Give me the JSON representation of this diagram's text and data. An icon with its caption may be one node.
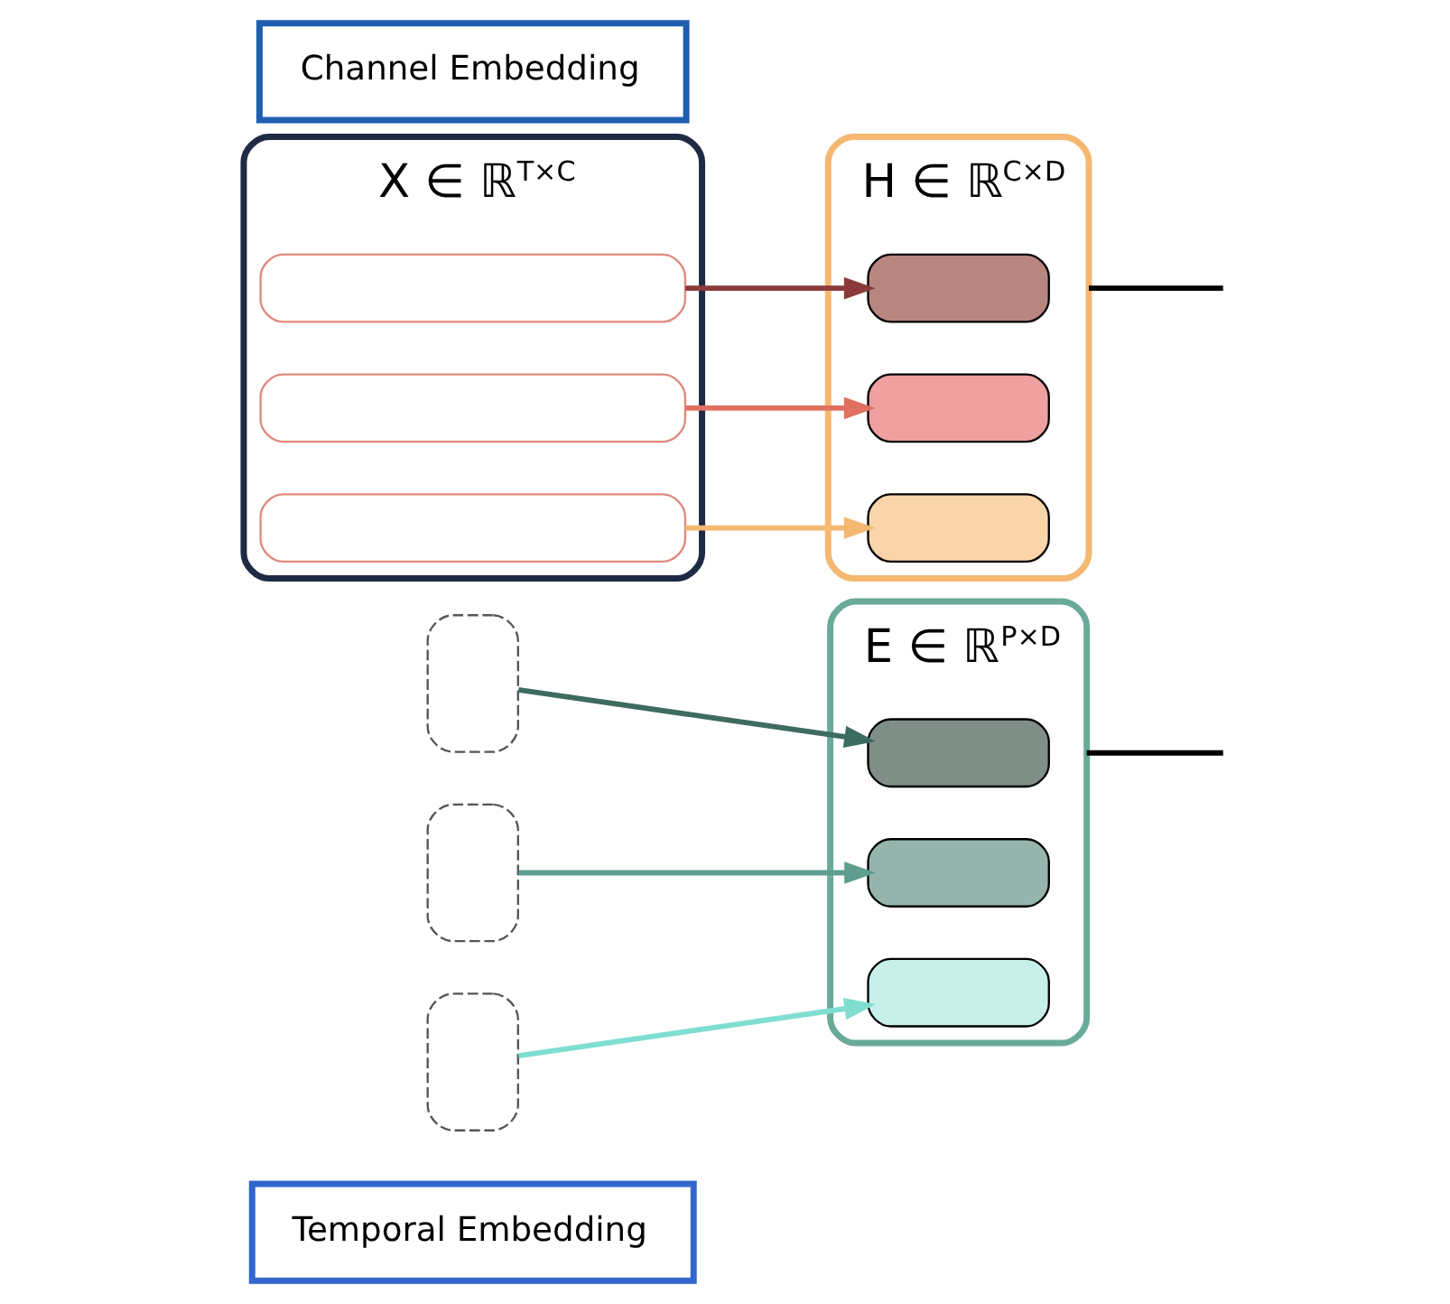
{
  "diagram": {
    "nodes": [
      {
        "text": [
          "Temporal Embedding"
        ]
      },
      {
        "text": [
          "E ∈ ℝ$^{P×D}$"
        ]
      },
      {
        "text": [],
        "shape": "box",
        "in": 1
      },
      {
        "text": [],
        "shape": "box",
        "in": 1
      },
      {
        "text": [],
        "shape": "box",
        "in": 1
      },
      {
        "text": [],
        "shape": "box"
      },
      {
        "text": [],
        "shape": "box"
      },
      {
        "text": [],
        "shape": "box"
      },
      {
        "text": [
          "X ∈ ℝ$^{T×C}$"
        ]
      },
      {
        "text": [],
        "shape": "box",
        "in": 8
      },
      {
        "text": [],
        "shape": "box",
        "in": 8
      },
      {
        "text": [],
        "shape": "box",
        "in": 8
      },
      {
        "text": [
          "H ∈ ℝ$^{C×D}$"
        ]
      },
      {
        "text": [],
        "shape": "box",
        "in": 12
      },
      {
        "text": [],
        "shape": "box",
        "in": 12
      },
      {
        "text": [],
        "shape": "box",
        "in": 12
      },
      {
        "text": [
          "Channel Embedding"
        ]
      }
    ],
    "edges": [
      {
        "from": 5,
        "to": 2,
        "arrow": "to",
        "color": "#3d6b5f"
      },
      {
        "from": 6,
        "to": 3,
        "arrow": "to",
        "color": "#5e9e8f"
      },
      {
        "from": 7,
        "to": 4,
        "arrow": "to",
        "color": "#7fded0"
      },
      {
        "from": 9,
        "to": 13,
        "arrow": "to",
        "color": "#8b3a3a"
      },
      {
        "from": 10,
        "to": 14,
        "arrow": "to",
        "color": "#e07060"
      },
      {
        "from": 11,
        "to": 15,
        "arrow": "to",
        "color": "#f5b870"
      },
      {
        "from": 1,
        "to": null,
        "arrow": "none",
        "color": "#000000"
      },
      {
        "from": 12,
        "to": null,
        "arrow": "none",
        "color": "#000000"
      }
    ]
  }
}
